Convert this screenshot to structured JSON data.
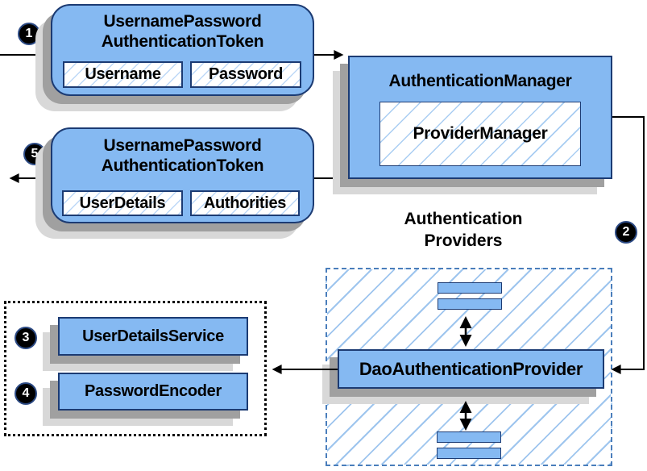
{
  "diagram": {
    "badges": {
      "b1": "1",
      "b2": "2",
      "b3": "3",
      "b4": "4",
      "b5": "5"
    },
    "token_request": {
      "title_line1": "UsernamePassword",
      "title_line2": "AuthenticationToken",
      "fields": [
        "Username",
        "Password"
      ]
    },
    "token_response": {
      "title_line1": "UsernamePassword",
      "title_line2": "AuthenticationToken",
      "fields": [
        "UserDetails",
        "Authorities"
      ]
    },
    "authentication_manager": {
      "title": "AuthenticationManager",
      "inner": "ProviderManager"
    },
    "providers_heading": {
      "line1": "Authentication",
      "line2": "Providers"
    },
    "dao_provider": "DaoAuthenticationProvider",
    "user_details_service": "UserDetailsService",
    "password_encoder": "PasswordEncoder",
    "colors": {
      "box_fill": "#85b9f2",
      "box_border": "#1c3b73",
      "hatch_line": "#9ec5ee",
      "dashed_border": "#4a7ebb",
      "shadow_dark": "#a0a0a0",
      "shadow_light": "#d8d8d8",
      "arrow": "#000000"
    }
  }
}
